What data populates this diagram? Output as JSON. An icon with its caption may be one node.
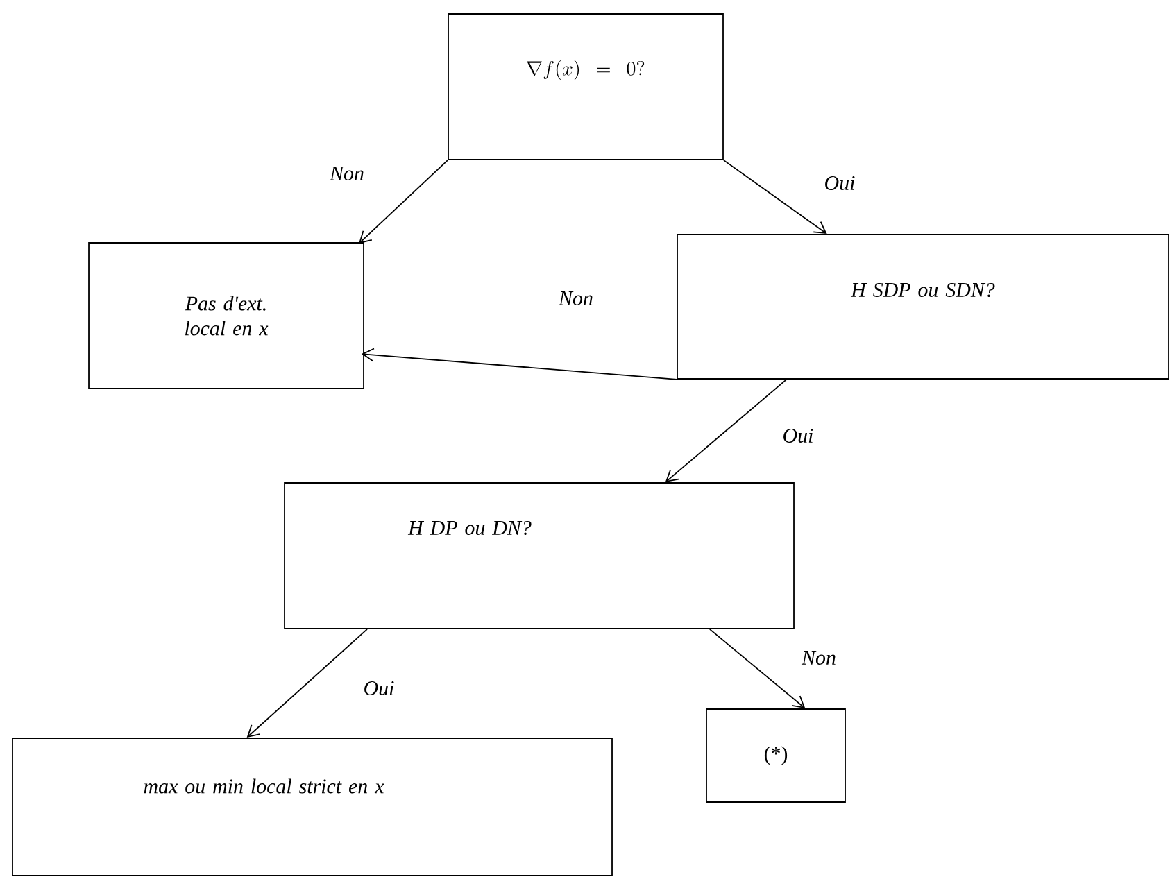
{
  "diagram": {
    "nodes": [
      {
        "text": [
          "\\nabla f(x) = 0?"
        ]
      },
      {
        "text": [
          "Pas d'ext. local en x"
        ]
      },
      {
        "text": [
          "H SDP ou SDN?"
        ]
      },
      {
        "text": [
          "H DP ou DN?"
        ]
      },
      {
        "text": [
          "max ou min local strict en x"
        ]
      },
      {
        "text": [
          "(*)"
        ]
      }
    ],
    "edges": [
      {
        "from": 0,
        "to": 1,
        "arrow": "to",
        "label": "Non"
      },
      {
        "from": 0,
        "to": 2,
        "arrow": "to",
        "label": "Oui"
      },
      {
        "from": 2,
        "to": 1,
        "arrow": "to",
        "label": "Non"
      },
      {
        "from": 2,
        "to": 3,
        "arrow": "to",
        "label": "Oui"
      },
      {
        "from": 3,
        "to": 4,
        "arrow": "to",
        "label": "Oui"
      },
      {
        "from": 3,
        "to": 5,
        "arrow": "to",
        "label": "Non"
      }
    ]
  }
}
